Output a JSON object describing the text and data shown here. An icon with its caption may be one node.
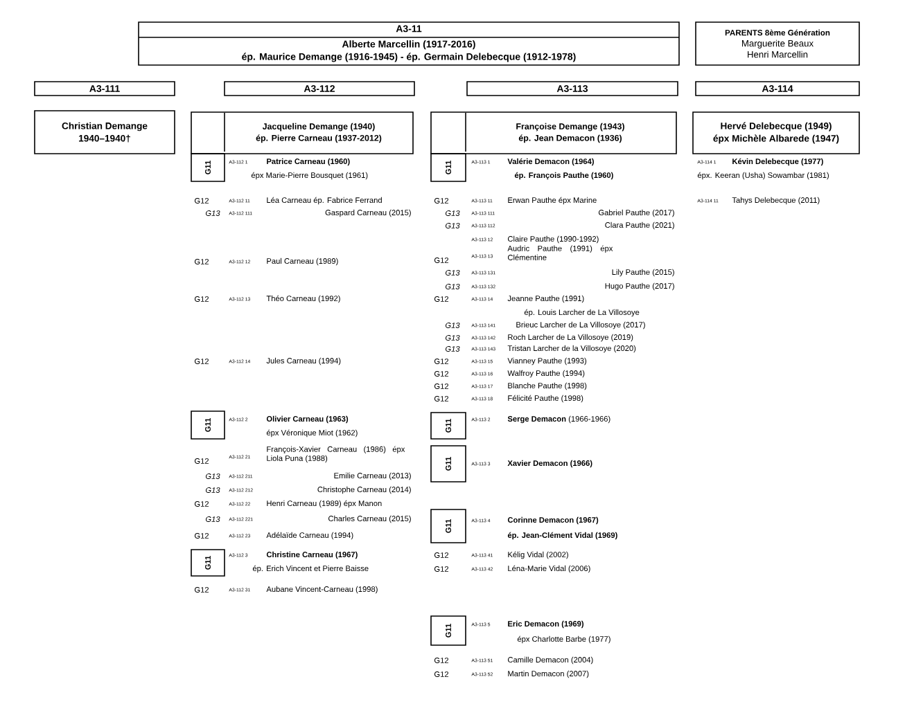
{
  "diagram": {
    "nodes": [
      {
        "text": [
          "A3-11",
          "Alberte Marcellin  (1917-2016)",
          "ép. Maurice Demange (1916-1945) - ép. Germain Delebecque (1912-1978)"
        ]
      },
      {
        "text": [
          "PARENTS 8ème Génération",
          "Marguerite Beaux",
          "Henri Marcellin"
        ]
      },
      {
        "text": [
          "A3-111"
        ]
      },
      {
        "text": [
          "A3-112"
        ]
      },
      {
        "text": [
          "A3-113"
        ]
      },
      {
        "text": [
          "A3-114"
        ]
      },
      {
        "text": [
          "Christian Demange",
          "1940–1940†"
        ]
      },
      {
        "text": [
          "Jacqueline Demange (1940)",
          "ép. Pierre Carneau (1937-2012)"
        ]
      },
      {
        "text": [
          "Françoise Demange (1943)",
          "ép. Jean Demacon (1936)"
        ]
      },
      {
        "text": [
          "Hervé Delebecque (1949)",
          "épx Michèle Albarede (1947)"
        ]
      },
      {
        "text": [
          "G11"
        ]
      },
      {
        "text": [
          "G11"
        ]
      },
      {
        "text": [
          "G11"
        ]
      },
      {
        "text": [
          "G11"
        ]
      },
      {
        "text": [
          "G11"
        ]
      },
      {
        "text": [
          "G11"
        ]
      },
      {
        "text": [
          "G11"
        ]
      },
      {
        "text": [
          "G11"
        ]
      }
    ],
    "labels": [
      "A3-112 1",
      "Patrice Carneau (1960)",
      "épx Marie-Pierre Bousquet (1961)",
      "G12",
      "A3-112 11",
      "Léa Carneau ép. Fabrice Ferrand",
      "G13",
      "A3-112 111",
      "Gaspard Carneau (2015)",
      "G12",
      "A3-112 12",
      "Paul Carneau (1989)",
      "G12",
      "A3-112 13",
      "Théo Carneau (1992)",
      "G12",
      "A3-112 14",
      "Jules Carneau (1994)",
      "A3-112 2",
      "Olivier Carneau (1963)",
      "épx Véronique Miot (1962)",
      "G12",
      "A3-112  21",
      "François-Xavier Carneau (1986) épx Liola Puna (1988)",
      "G13",
      "A3-112 211",
      "Emilie Carneau (2013)",
      "G13",
      "A3-112 212",
      "Christophe Carneau (2014)",
      "G12",
      "A3-112  22",
      "Henri Carneau (1989)  épx Manon",
      "G13",
      "A3-112 221",
      "Charles Carneau (2015)",
      "G12",
      "A3-112  23",
      "Adélaïde Carneau (1994)",
      "A3-112 3",
      "Christine Carneau (1967)",
      "ép. Erich Vincent et Pierre Baisse",
      "G12",
      "A3-112 31",
      "Aubane Vincent-Carneau (1998)",
      "A3-113 1",
      "Valérie Demacon (1964)",
      "ép. François Pauthe (1960)",
      "G12",
      "A3-113 11",
      "Erwan Pauthe épx Marine",
      "G13",
      "A3-113 111",
      "Gabriel Pauthe (2017)",
      "G13",
      "A3-113 112",
      "Clara Pauthe (2021)",
      "A3-113 12",
      "Claire Pauthe (1990-1992)",
      "G12",
      "A3-113 13",
      "Audric Pauthe (1991) épx Clémentine",
      "G13",
      "A3-113 131",
      "Lily Pauthe (2015)",
      "G13",
      "A3-113 132",
      "Hugo Pauthe (2017)",
      "G12",
      "A3-113 14",
      "Jeanne Pauthe (1991)",
      "ép. Louis Larcher de La Villosoye",
      "G13",
      "A3-113 141",
      "Brieuc Larcher de La Villosoye (2017)",
      "G13",
      "A3-113 142",
      "Roch Larcher de La Villosoye (2019)",
      "G13",
      "A3-113 143",
      "Tristan Larcher de la Villosoye (2020)",
      "G12",
      "A3-113 15",
      "Vianney Pauthe (1993)",
      "G12",
      "A3-113 16",
      "Walfroy Pauthe (1994)",
      "G12",
      "A3-113 17",
      "Blanche Pauthe (1998)",
      "G12",
      "A3-113 18",
      "Félicité Pauthe (1998)",
      "A3-113 2",
      "**Serge Demacon** (1966-1966)",
      "A3-113 3",
      "Xavier Demacon (1966)",
      "A3-113 4",
      "Corinne Demacon (1967)",
      "ép. Jean-Clément Vidal (1969)",
      "G12",
      "A3-113 41",
      "Kélig Vidal (2002)",
      "G12",
      "A3-113 42",
      "Léna-Marie Vidal (2006)",
      "A3-113 5",
      "Eric Demacon (1969)",
      "épx Charlotte Barbe (1977)",
      "G12",
      "A3-113 51",
      "Camille Demacon (2004)",
      "G12",
      "A3-113 52",
      "Martin Demacon (2007)",
      "A3-114 1",
      "Kévin Delebecque (1977)",
      "épx. Keeran (Usha) Sowambar (1981)",
      "A3-114 11",
      "Tahys Delebecque (2011)"
    ]
  }
}
